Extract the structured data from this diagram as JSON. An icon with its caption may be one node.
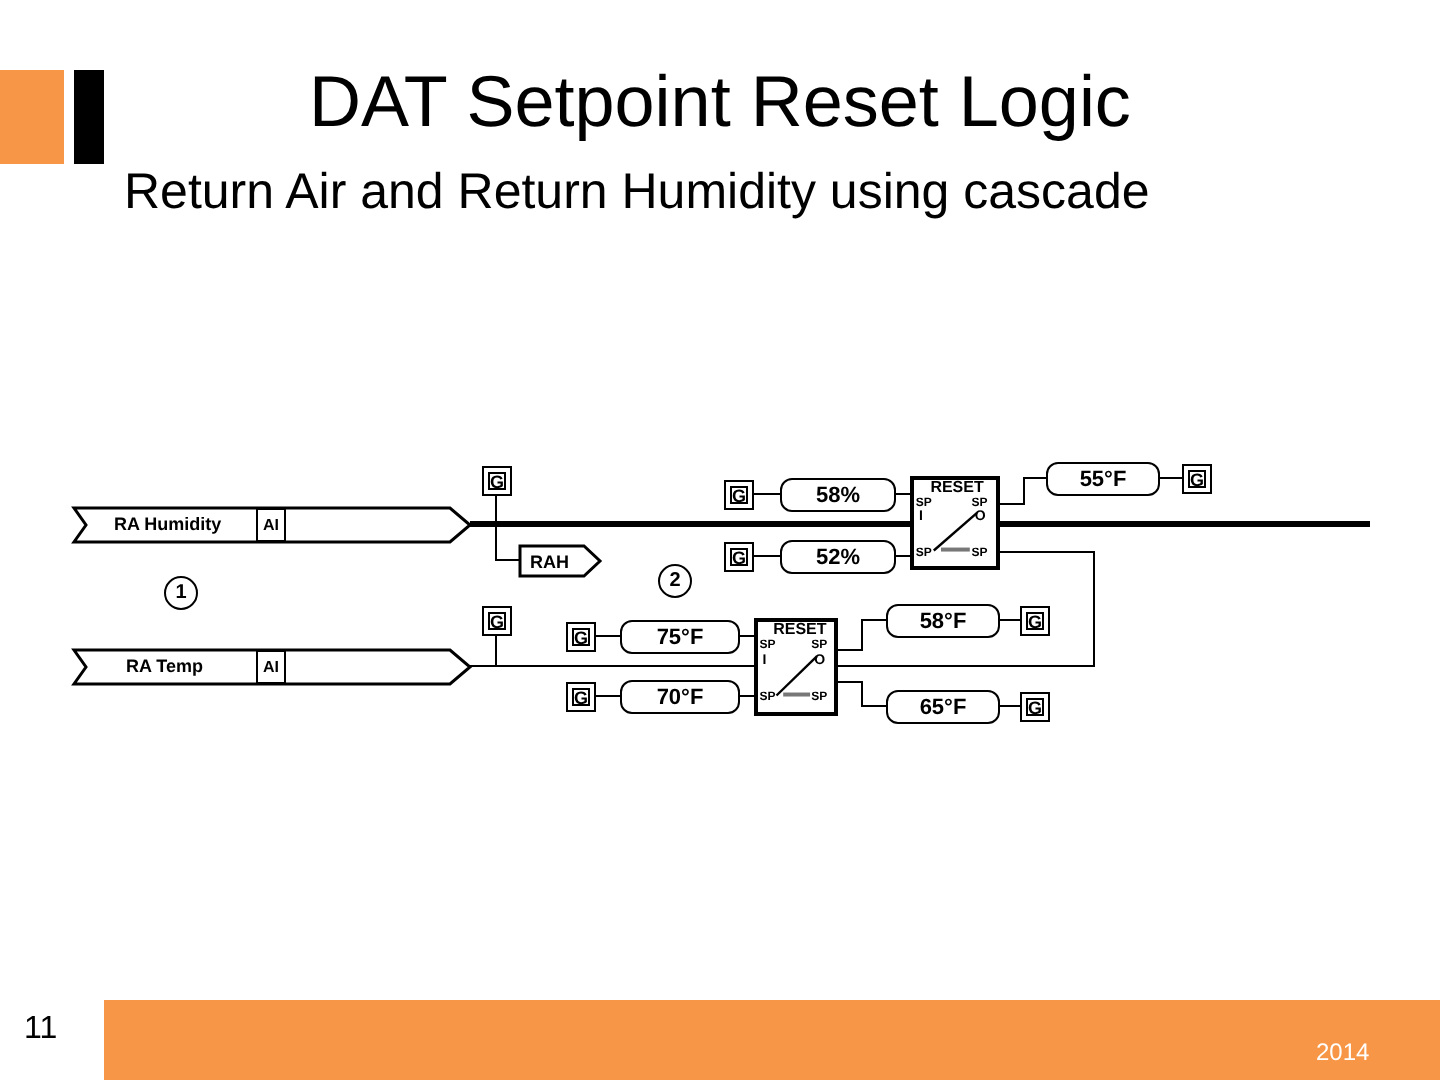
{
  "diagram": {
    "title": "DAT Setpoint Reset Logic",
    "caption": "Return Air and Return Humidity using cascade",
    "nodes": [
      {
        "text": [
          "RA Humidity"
        ]
      },
      {
        "text": [
          "AI"
        ],
        "in": 0
      },
      {
        "text": [
          "RA Temp"
        ]
      },
      {
        "text": [
          "AI"
        ],
        "in": 2
      },
      {
        "text": [
          "G"
        ]
      },
      {
        "text": [
          "RAH"
        ]
      },
      {
        "text": [
          "1"
        ]
      },
      {
        "text": [
          "2"
        ]
      },
      {
        "text": [
          "G"
        ]
      },
      {
        "text": [
          "G"
        ]
      },
      {
        "text": [
          "75°F"
        ]
      },
      {
        "text": [
          "G"
        ]
      },
      {
        "text": [
          "70°F"
        ]
      },
      {
        "text": [
          "G"
        ]
      },
      {
        "text": [
          "58%"
        ]
      },
      {
        "text": [
          "G"
        ]
      },
      {
        "text": [
          "52%"
        ]
      },
      {
        "text": [
          "RESET",
          "SP",
          "SP",
          "I",
          "O",
          "SP",
          "SP"
        ]
      },
      {
        "text": [
          "55°F"
        ]
      },
      {
        "text": [
          "G"
        ]
      },
      {
        "text": [
          "RESET",
          "SP",
          "SP",
          "I",
          "O",
          "SP",
          "SP"
        ]
      },
      {
        "text": [
          "58°F"
        ]
      },
      {
        "text": [
          "G"
        ]
      },
      {
        "text": [
          "65°F"
        ]
      },
      {
        "text": [
          "G"
        ]
      }
    ],
    "edges": [
      {
        "from": 0,
        "to": 5,
        "arrow": "none"
      },
      {
        "from": 4,
        "to": 5,
        "arrow": "none"
      },
      {
        "from": 0,
        "to": 17,
        "arrow": "none",
        "style": "thick"
      },
      {
        "from": 17,
        "to": null,
        "arrow": "none",
        "style": "thick"
      },
      {
        "from": 13,
        "to": 14,
        "arrow": "none"
      },
      {
        "from": 14,
        "to": 17,
        "arrow": "none"
      },
      {
        "from": 15,
        "to": 16,
        "arrow": "none"
      },
      {
        "from": 16,
        "to": 17,
        "arrow": "none"
      },
      {
        "from": 17,
        "to": 18,
        "arrow": "none"
      },
      {
        "from": 18,
        "to": 19,
        "arrow": "none"
      },
      {
        "from": 2,
        "to": 20,
        "arrow": "none"
      },
      {
        "from": 8,
        "to": 20,
        "arrow": "none"
      },
      {
        "from": 9,
        "to": 10,
        "arrow": "none"
      },
      {
        "from": 10,
        "to": 20,
        "arrow": "none"
      },
      {
        "from": 11,
        "to": 12,
        "arrow": "none"
      },
      {
        "from": 12,
        "to": 20,
        "arrow": "none"
      },
      {
        "from": 20,
        "to": 21,
        "arrow": "none"
      },
      {
        "from": 21,
        "to": 22,
        "arrow": "none"
      },
      {
        "from": 20,
        "to": 23,
        "arrow": "none"
      },
      {
        "from": 23,
        "to": 24,
        "arrow": "none"
      },
      {
        "from": 20,
        "to": 17,
        "arrow": "none"
      }
    ],
    "labels": [
      "11",
      "2014"
    ]
  }
}
